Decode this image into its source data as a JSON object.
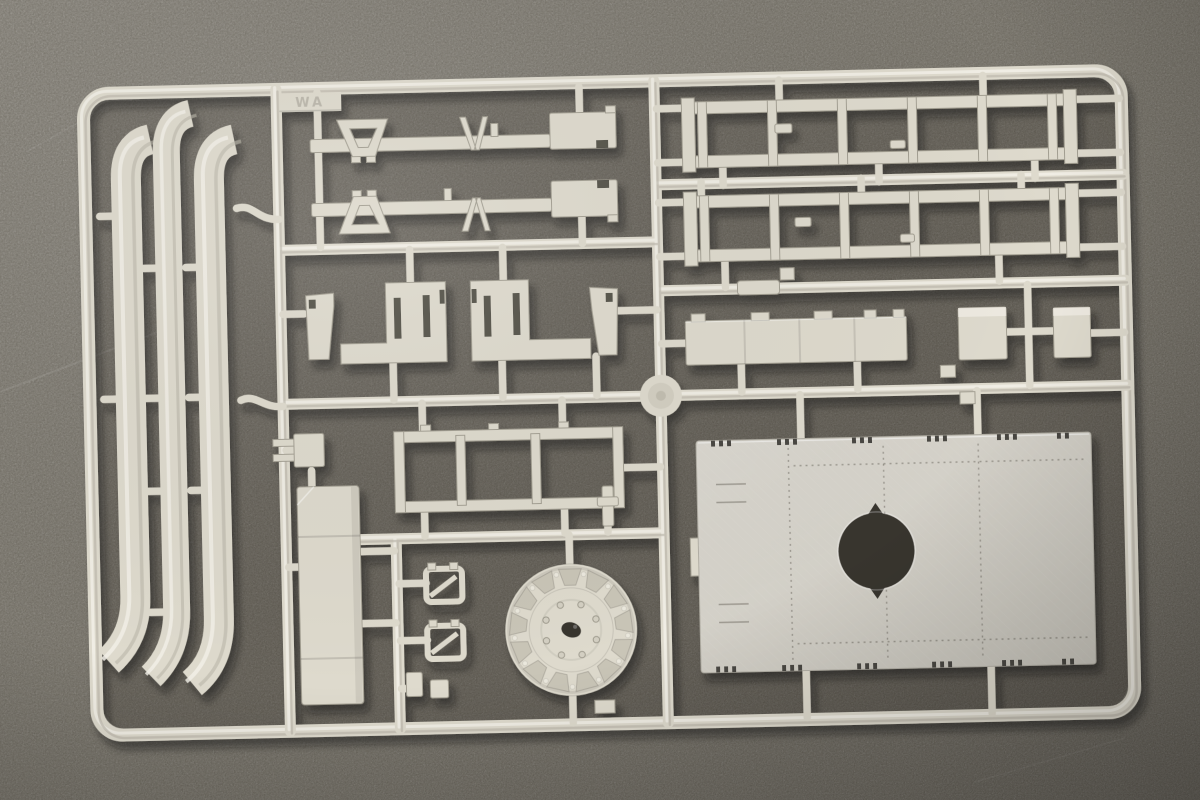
{
  "image": {
    "type": "photograph",
    "subject": "injection-molded plastic model kit sprue (parts tree) photographed on a dark speckled gray surface",
    "orientation": "landscape",
    "visible_text": "faint embossed marking on small tab only"
  },
  "colors": {
    "bg_light": "#8f8b84",
    "bg_mid": "#6b675f",
    "bg_dark": "#504c46",
    "plastic": "#dedacd",
    "plastic_hi": "#f3f0e8",
    "plastic_lo": "#b7b3a6",
    "plastic_edge": "#a29e91",
    "panel": "#dad7cf",
    "panel_lo": "#c8c5bc",
    "slot": "#45423c",
    "hole": "#37342f",
    "tooth": "#4a4742"
  },
  "sprue": {
    "material": "cream / light-gray polystyrene",
    "embossed_tab_marking": "WA",
    "injection_hub_present": true,
    "parts": [
      {
        "name": "long curved fender strip",
        "count": 3,
        "location": "left column"
      },
      {
        "name": "support rod with hanger brackets and end plate",
        "count": 2,
        "location": "upper middle"
      },
      {
        "name": "slotted L-shaped mounting bracket",
        "count": 2,
        "location": "middle"
      },
      {
        "name": "small angled side plate",
        "count": 2,
        "location": "middle"
      },
      {
        "name": "twin-pin bracket",
        "count": 1,
        "location": "center-left"
      },
      {
        "name": "open rack frame with dividers",
        "count": 1,
        "location": "center"
      },
      {
        "name": "tall stowage side panel",
        "count": 1,
        "location": "lower left-middle"
      },
      {
        "name": "strap buckle clamp",
        "count": 2,
        "location": "lower middle"
      },
      {
        "name": "small square block",
        "count": 2,
        "location": "lower middle"
      },
      {
        "name": "ribbed road wheel",
        "count": 1,
        "location": "bottom center"
      },
      {
        "name": "long ladder frame rail",
        "count": 2,
        "location": "upper right"
      },
      {
        "name": "hinged access strip",
        "count": 1,
        "location": "middle right"
      },
      {
        "name": "stowage box",
        "count": 2,
        "location": "middle right"
      },
      {
        "name": "hull roof panel with circular turret-ring opening",
        "count": 1,
        "location": "lower right"
      }
    ]
  },
  "road_wheel": {
    "rib_count": 13,
    "bolt_count": 8
  }
}
